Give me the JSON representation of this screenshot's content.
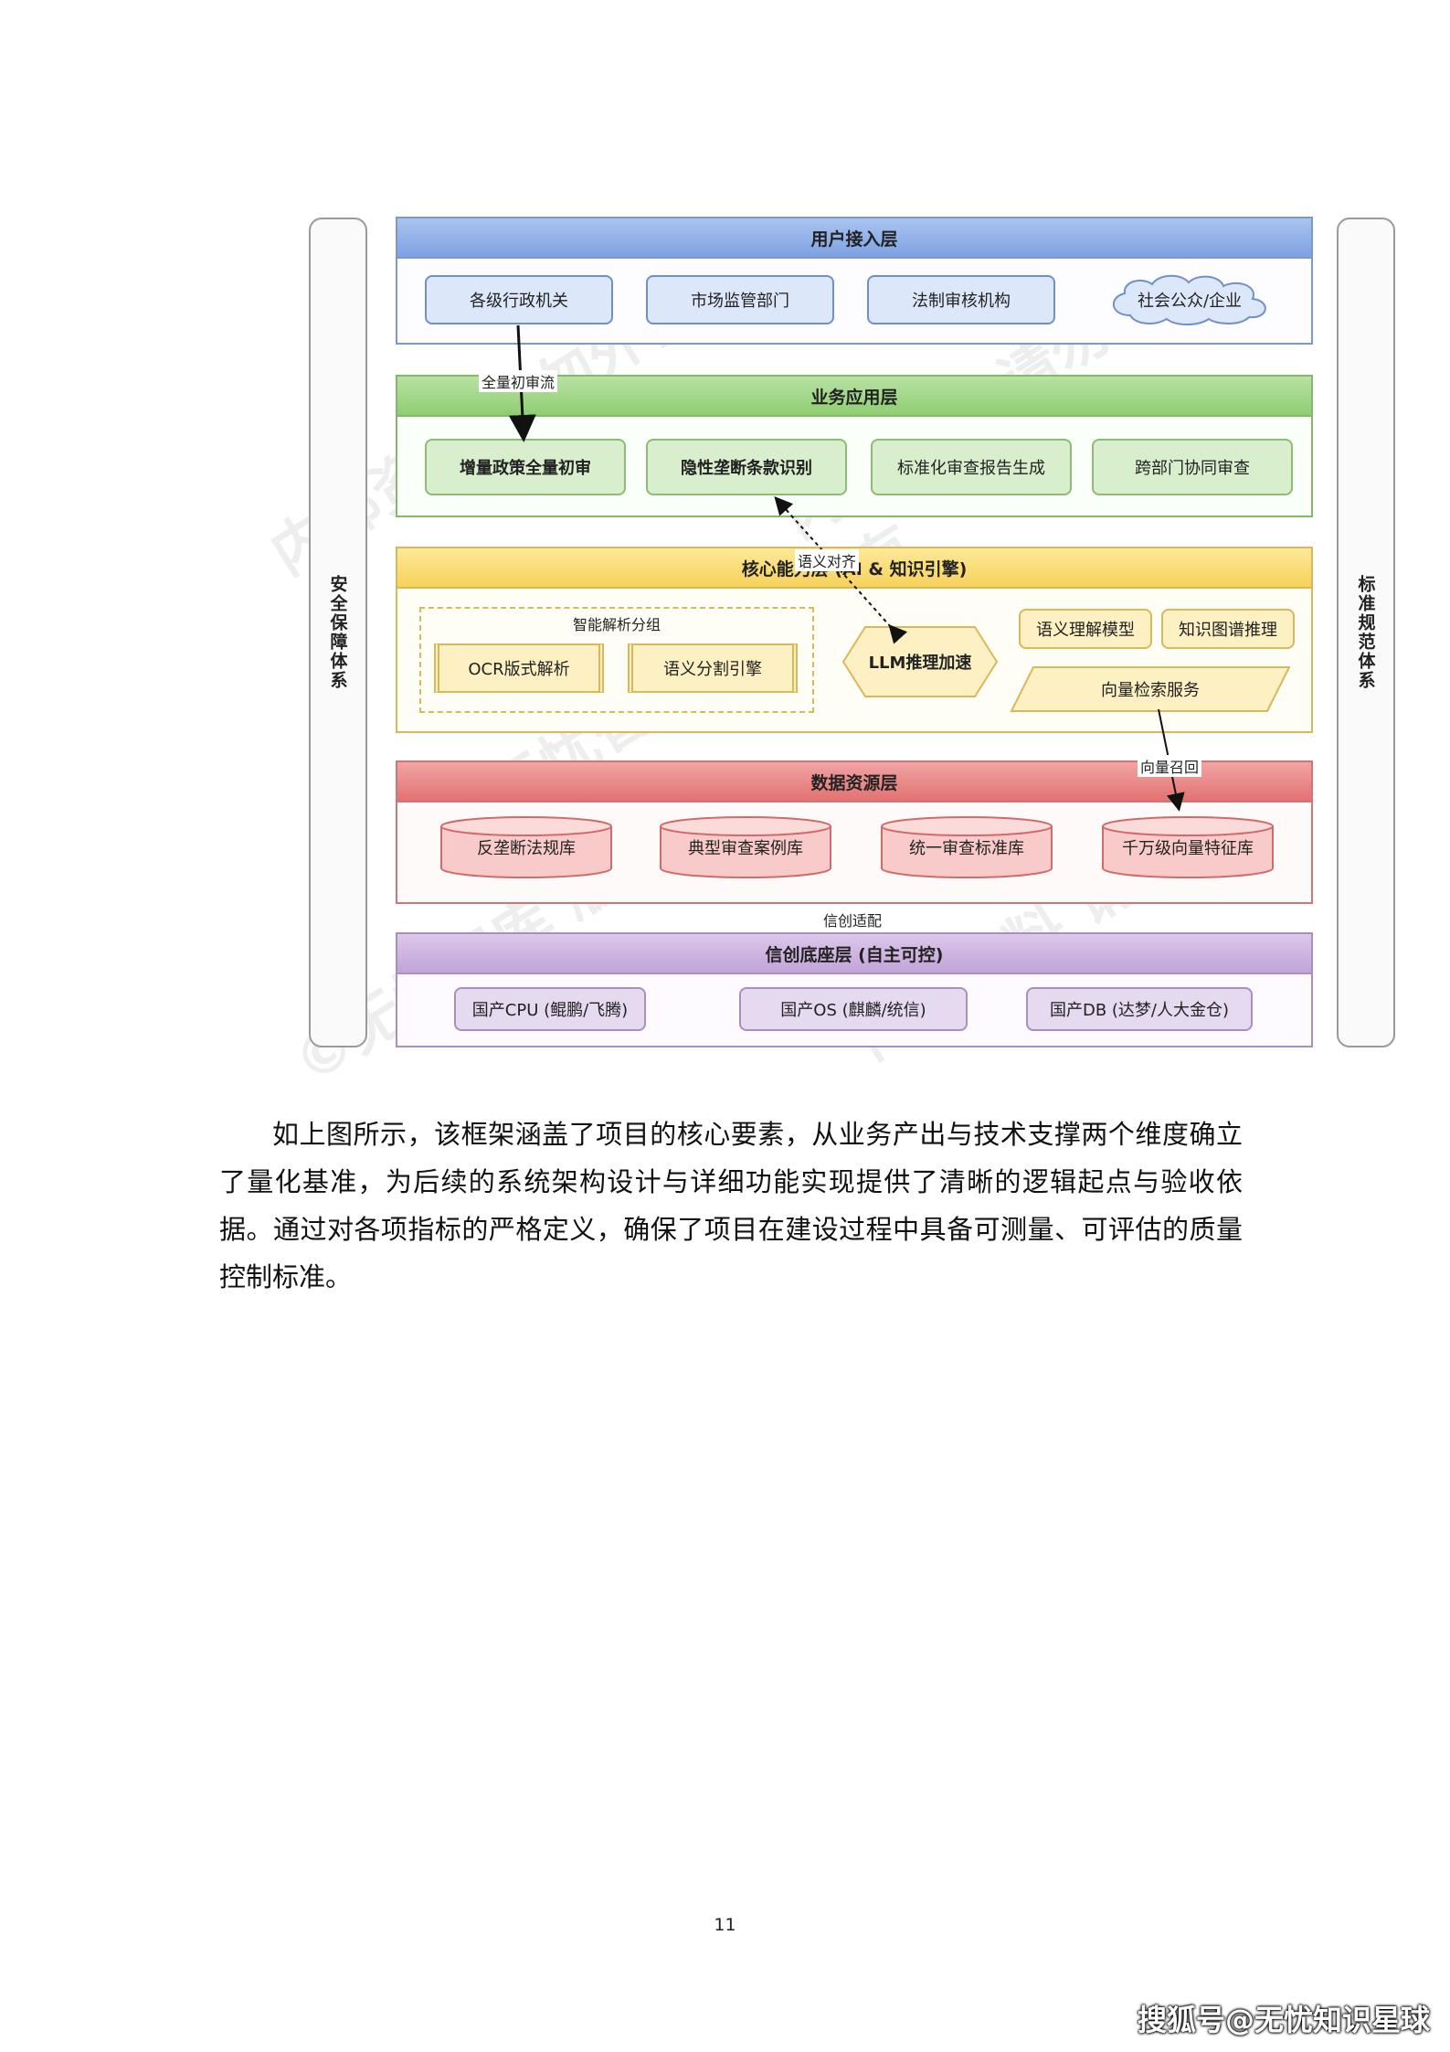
{
  "diagram": {
    "left_pillar": "安全保障体系",
    "right_pillar": "标准规范体系",
    "user_layer": {
      "title": "用户接入层",
      "items": [
        "各级行政机关",
        "市场监管部门",
        "法制审核机构",
        "社会公众/企业"
      ]
    },
    "edge_full_review": "全量初审流",
    "business_layer": {
      "title": "业务应用层",
      "items": [
        "增量政策全量初审",
        "隐性垄断条款识别",
        "标准化审查报告生成",
        "跨部门协同审查"
      ]
    },
    "edge_semantic_align": "语义对齐",
    "core_layer": {
      "title": "核心能力层 (AI & 知识引擎)",
      "parse_group_title": "智能解析分组",
      "parse_items": [
        "OCR版式解析",
        "语义分割引擎"
      ],
      "llm": "LLM推理加速",
      "model_items": [
        "语义理解模型",
        "知识图谱推理"
      ],
      "vector_service": "向量检索服务"
    },
    "edge_vector_recall": "向量召回",
    "data_layer": {
      "title": "数据资源层",
      "items": [
        "反垄断法规库",
        "典型审查案例库",
        "统一审查标准库",
        "千万级向量特征库"
      ]
    },
    "edge_xc_adapt": "信创适配",
    "xc_layer": {
      "title": "信创底座层 (自主可控)",
      "items": [
        "国产CPU (鲲鹏/飞腾)",
        "国产OS (麒麟/统信)",
        "国产DB (达梦/人大金仓)"
      ]
    }
  },
  "paragraph": "如上图所示，该框架涵盖了项目的核心要素，从业务产出与技术支撑两个维度确立了量化基准，为后续的系统架构设计与详细功能实现提供了清晰的逻辑起点与验收依据。通过对各项指标的严格定义，确保了项目在建设过程中具备可测量、可评估的质量控制标准。",
  "page_number": "11",
  "credit": "搜狐号@无忧知识星球",
  "watermarks": [
    "内部资料 请勿外传",
    "©无忧智库 版权所有"
  ]
}
